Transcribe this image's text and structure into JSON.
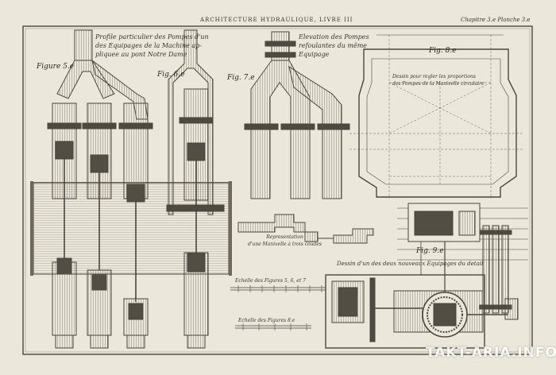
{
  "header": {
    "title": "ARCHITECTURE HYDRAULIQUE, LIVRE III",
    "right": "Chapitre 3.e Planche 3.e"
  },
  "captions": {
    "profile": [
      "Profile particulier des Pompes d'un",
      "des Equipages de la Machine ap-",
      "pliquee au pont Notre Dame"
    ],
    "elevation": [
      "Elevation des Pompes",
      "refoulantes du même",
      "Equipage"
    ],
    "dessin": [
      "Dessin pour regler les proportions",
      "des Pompes de la Manivelle circulaire"
    ],
    "representation": [
      "Representation",
      "d'une Manivelle à trois coudes"
    ],
    "dessin_equipage": "Dessin d'un des deux nouveaux Equipages du detail",
    "echelle1": "Echelle des Figures 5, 6, et 7",
    "echelle2": "Echelle des Figures 8.e"
  },
  "figures": {
    "fig5": "Figure 5.e",
    "fig6": "Fig. 6.e",
    "fig7": "Fig. 7.e",
    "fig8": "Fig. 8.e",
    "fig9": "Fig. 9.e"
  },
  "watermark": "TAKT-ARIA.INFO"
}
